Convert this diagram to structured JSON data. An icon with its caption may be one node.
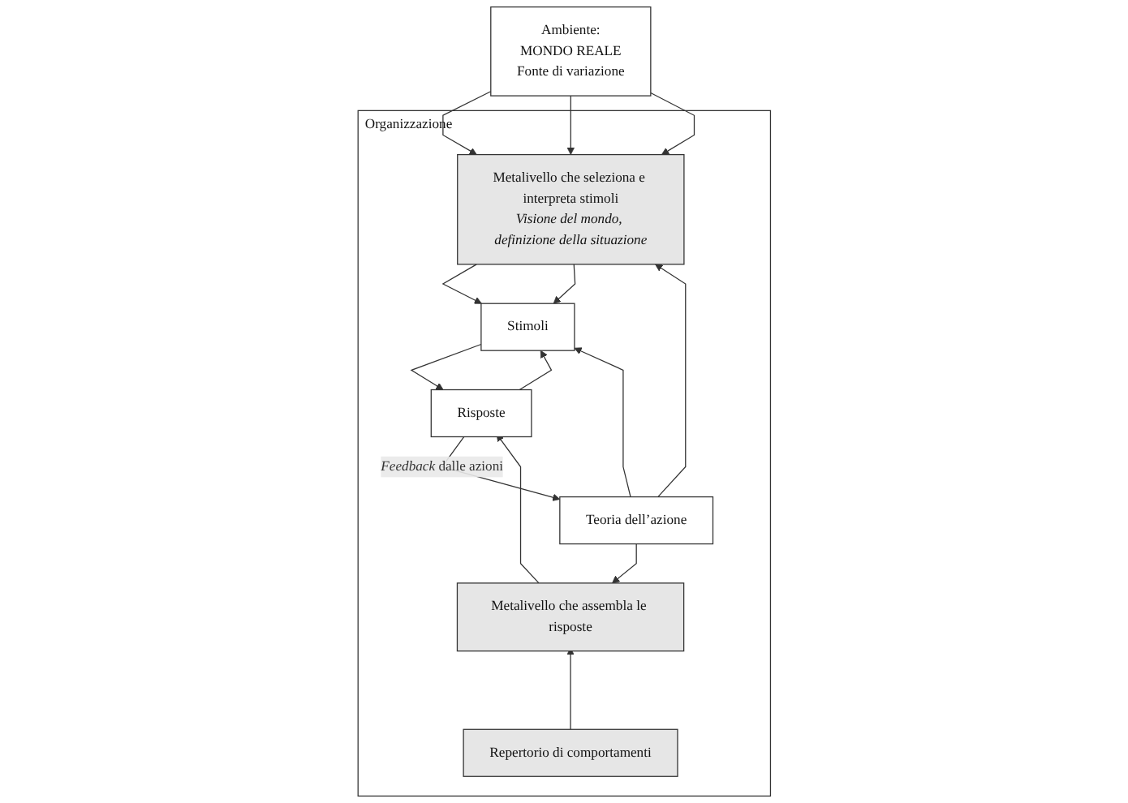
{
  "diagram": {
    "nodes": [
      {
        "text": [
          "Ambiente:",
          "MONDO REALE",
          "Fonte di variazione"
        ]
      },
      {
        "text": [
          "Organizzazione"
        ]
      },
      {
        "text": [
          "Metalivello che seleziona e interpreta stimoli",
          "Visione del mondo, definizione della situazione"
        ],
        "in": 1
      },
      {
        "text": [
          "Stimoli"
        ],
        "in": 1
      },
      {
        "text": [
          "Risposte"
        ],
        "in": 1
      },
      {
        "text": [
          "Teoria dell’azione"
        ],
        "in": 1
      },
      {
        "text": [
          "Metalivello che assembla le risposte"
        ],
        "in": 1
      },
      {
        "text": [
          "Repertorio di comportamenti"
        ],
        "in": 1
      }
    ],
    "edges": [
      {
        "from": 0,
        "to": 2,
        "arrow": "to"
      },
      {
        "from": 0,
        "to": 2,
        "arrow": "to"
      },
      {
        "from": 0,
        "to": 2,
        "arrow": "to"
      },
      {
        "from": 2,
        "to": 3,
        "arrow": "to"
      },
      {
        "from": 2,
        "to": 3,
        "arrow": "to"
      },
      {
        "from": 3,
        "to": 4,
        "arrow": "to"
      },
      {
        "from": 4,
        "to": 3,
        "arrow": "to"
      },
      {
        "from": 5,
        "to": 3,
        "arrow": "to"
      },
      {
        "from": 4,
        "to": 5,
        "arrow": "to",
        "label": "*Feedback* dalle azioni"
      },
      {
        "from": 5,
        "to": 2,
        "arrow": "to"
      },
      {
        "from": 5,
        "to": 6,
        "arrow": "to"
      },
      {
        "from": 6,
        "to": 4,
        "arrow": "to"
      },
      {
        "from": 7,
        "to": 6,
        "arrow": "to"
      }
    ]
  }
}
